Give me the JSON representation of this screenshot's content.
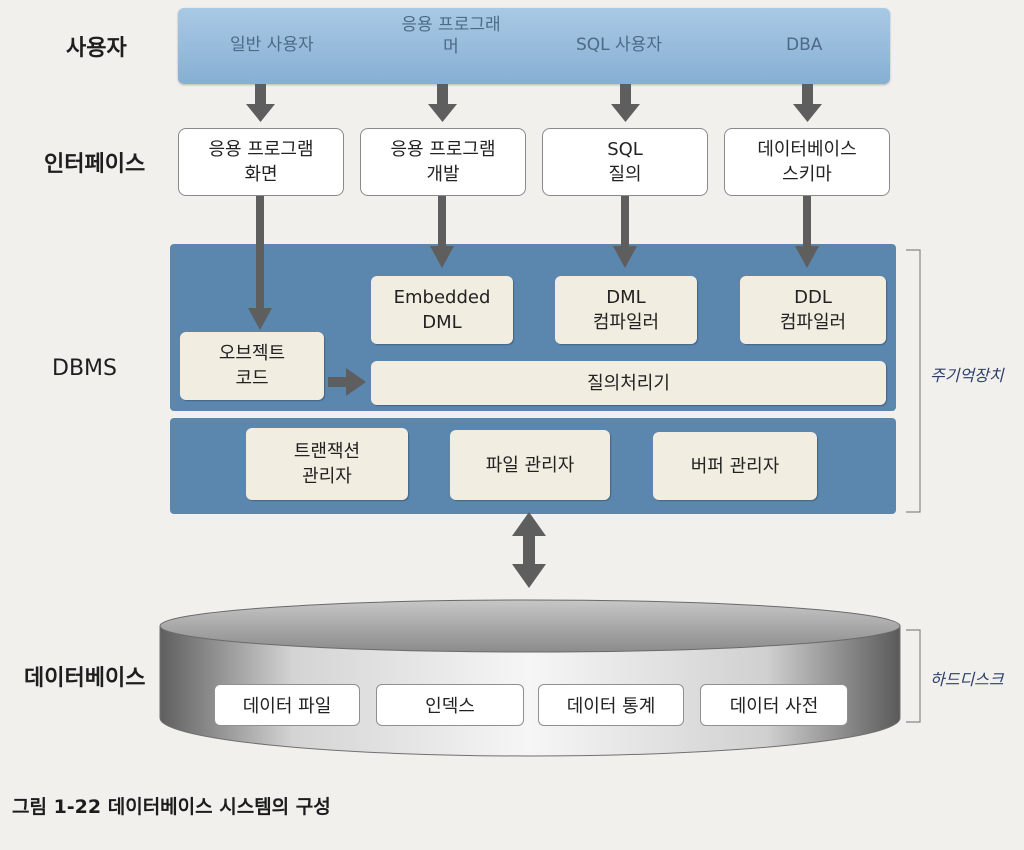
{
  "row_labels": {
    "users": "사용자",
    "interface": "인터페이스",
    "dbms": "DBMS",
    "database": "데이터베이스"
  },
  "users": [
    "일반 사용자",
    "응용 프로그래머",
    "SQL 사용자",
    "DBA"
  ],
  "interfaces": [
    {
      "line1": "응용 프로그램",
      "line2": "화면"
    },
    {
      "line1": "응용 프로그램",
      "line2": "개발"
    },
    {
      "line1": "SQL",
      "line2": "질의"
    },
    {
      "line1": "데이터베이스",
      "line2": "스키마"
    }
  ],
  "dbms": {
    "embedded": {
      "line1": "Embedded",
      "line2": "DML"
    },
    "dml": {
      "line1": "DML",
      "line2": "컴파일러"
    },
    "ddl": {
      "line1": "DDL",
      "line2": "컴파일러"
    },
    "object_code": {
      "line1": "오브젝트",
      "line2": "코드"
    },
    "query_processor": "질의처리기",
    "transaction": {
      "line1": "트랜잭션",
      "line2": "관리자"
    },
    "file_manager": "파일 관리자",
    "buffer_manager": "버퍼 관리자"
  },
  "database": [
    "데이터 파일",
    "인덱스",
    "데이터 통계",
    "데이터 사전"
  ],
  "side_labels": {
    "main_memory": "주기억장치",
    "hard_disk": "하드디스크"
  },
  "caption": "그림 1-22 데이터베이스 시스템의 구성",
  "colors": {
    "user_band": "#9cc0e0",
    "dbms_panel": "#5b86ae",
    "component_box": "#f2ede1",
    "arrow": "#5e5e5e"
  }
}
